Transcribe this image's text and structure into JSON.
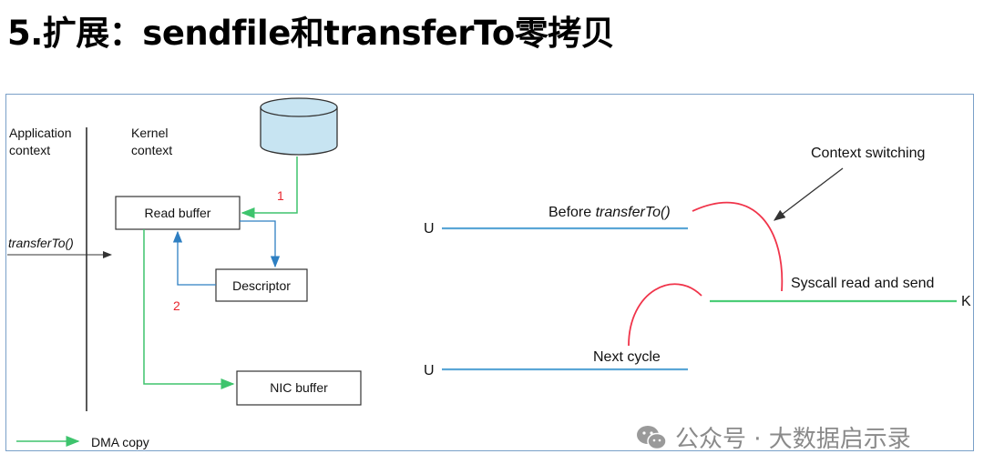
{
  "header": {
    "title": "5.扩展：sendfile和transferTo零拷贝"
  },
  "left_diagram": {
    "app_context": [
      "Application",
      "context"
    ],
    "kernel_context": [
      "Kernel",
      "context"
    ],
    "call_label": "transferTo()",
    "read_buffer": "Read buffer",
    "descriptor": "Descriptor",
    "nic_buffer": "NIC buffer",
    "step_1": "1",
    "step_2": "2",
    "legend_dma": "DMA copy"
  },
  "right_diagram": {
    "context_switching": "Context switching",
    "before_prefix": "Before ",
    "before_call": "transferTo()",
    "syscall": "Syscall read and send",
    "next_cycle": "Next cycle",
    "u_top": "U",
    "u_bottom": "U",
    "k_label": "K"
  },
  "watermark": {
    "text": "公众号 · 大数据启示录"
  },
  "colors": {
    "dma_green": "#3ec46d",
    "arrow_blue": "#2e7fc2",
    "user_line_blue": "#5aa6d6",
    "kernel_line_green": "#4ccd78",
    "switch_red": "#f0344a",
    "step_red": "#e8262e",
    "disk_fill": "#c7e4f2"
  }
}
